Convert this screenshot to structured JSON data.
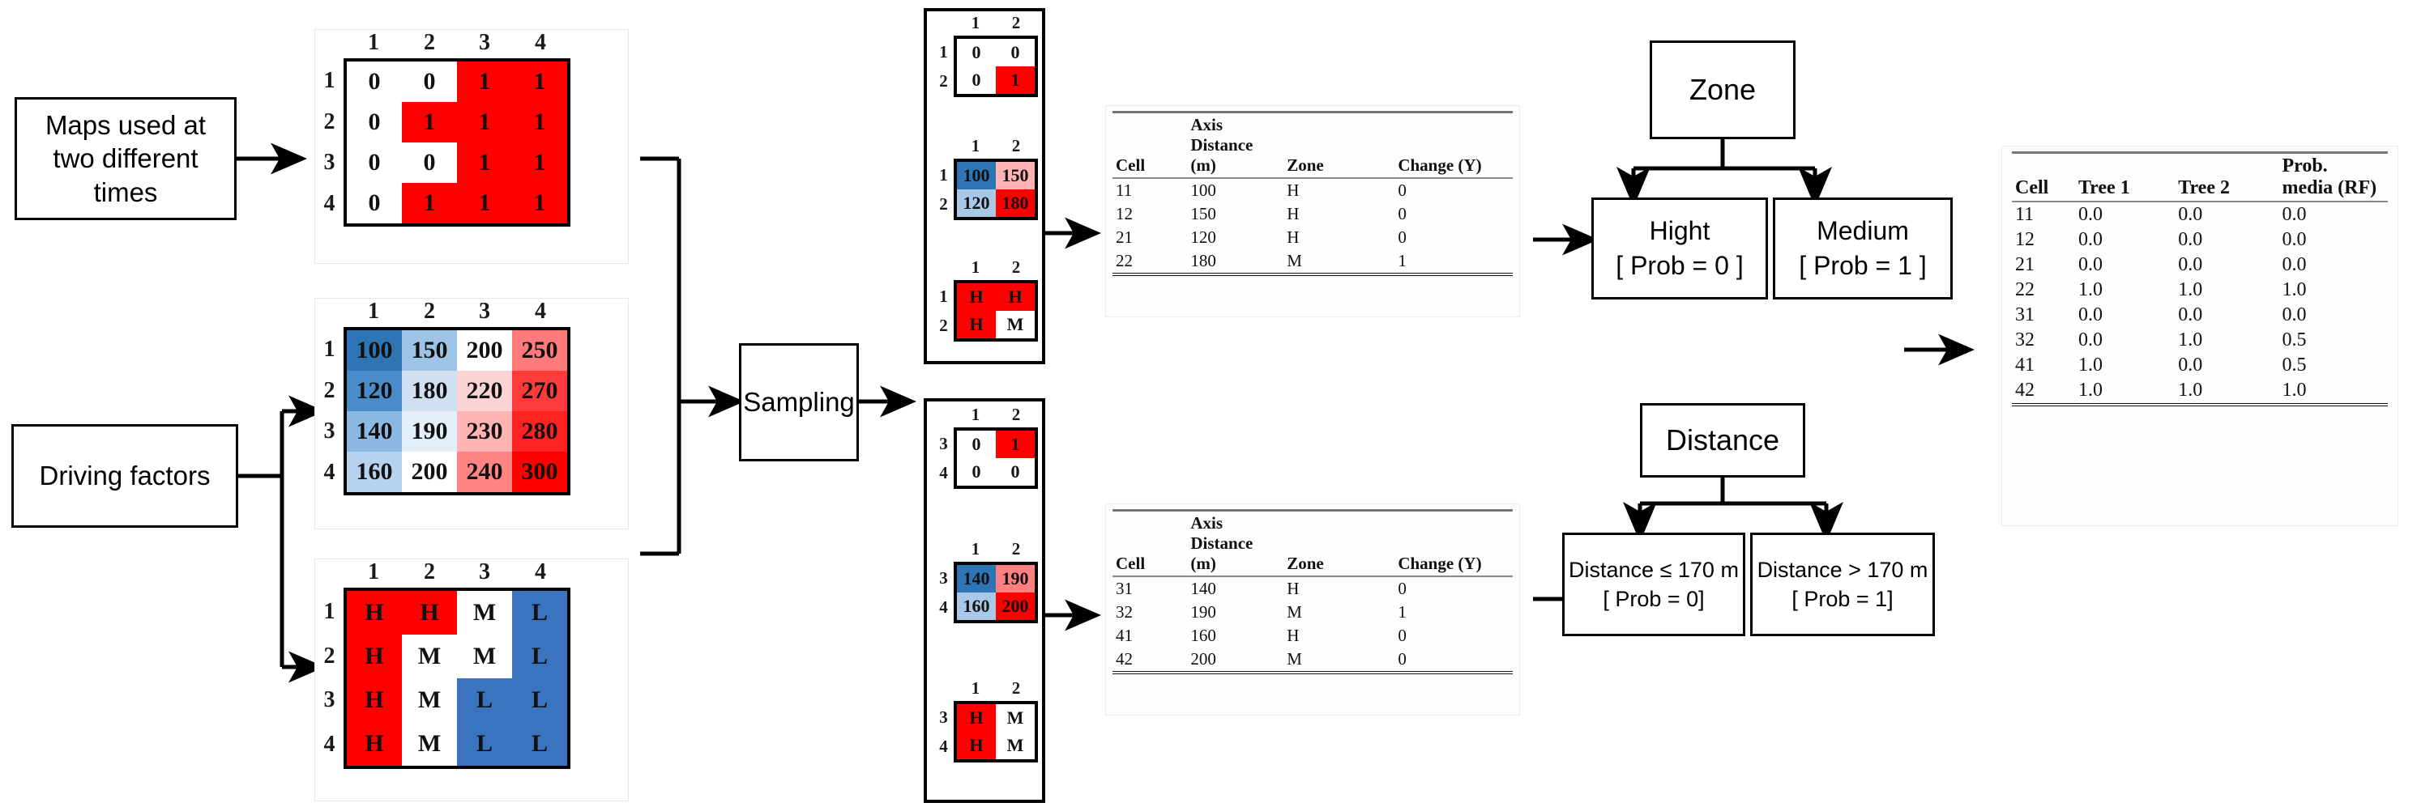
{
  "labels": {
    "maps_box": "Maps used at two different times",
    "driving_box": "Driving factors",
    "sampling_box": "Sampling"
  },
  "colors": {
    "red": "#FF0000",
    "blue_dark": "#2E75B6",
    "blue_mid": "#9DC3E6",
    "blue_light": "#BDD7EE",
    "blue_pale": "#DEEAF6",
    "white": "#FFFFFF",
    "pink_light": "#F8CBCB",
    "pink": "#FFA9A9",
    "red_soft": "#FF5B5B",
    "red_strong": "#FF2020",
    "stroke": "#000000"
  },
  "grids": {
    "change_map": {
      "name": "change-map-grid",
      "col_headers": [
        "1",
        "2",
        "3",
        "4"
      ],
      "row_headers": [
        "1",
        "2",
        "3",
        "4"
      ],
      "cells": [
        [
          {
            "v": "0",
            "bg": "#FFFFFF"
          },
          {
            "v": "0",
            "bg": "#FFFFFF"
          },
          {
            "v": "1",
            "bg": "#FF0000"
          },
          {
            "v": "1",
            "bg": "#FF0000"
          }
        ],
        [
          {
            "v": "0",
            "bg": "#FFFFFF"
          },
          {
            "v": "1",
            "bg": "#FF0000"
          },
          {
            "v": "1",
            "bg": "#FF0000"
          },
          {
            "v": "1",
            "bg": "#FF0000"
          }
        ],
        [
          {
            "v": "0",
            "bg": "#FFFFFF"
          },
          {
            "v": "0",
            "bg": "#FFFFFF"
          },
          {
            "v": "1",
            "bg": "#FF0000"
          },
          {
            "v": "1",
            "bg": "#FF0000"
          }
        ],
        [
          {
            "v": "0",
            "bg": "#FFFFFF"
          },
          {
            "v": "1",
            "bg": "#FF0000"
          },
          {
            "v": "1",
            "bg": "#FF0000"
          },
          {
            "v": "1",
            "bg": "#FF0000"
          }
        ]
      ]
    },
    "distance_map": {
      "name": "distance-map-grid",
      "col_headers": [
        "1",
        "2",
        "3",
        "4"
      ],
      "row_headers": [
        "1",
        "2",
        "3",
        "4"
      ],
      "cells": [
        [
          {
            "v": "100",
            "bg": "#2E75B6"
          },
          {
            "v": "150",
            "bg": "#9DC3E6"
          },
          {
            "v": "200",
            "bg": "#FFFFFF"
          },
          {
            "v": "250",
            "bg": "#FF7B7B"
          }
        ],
        [
          {
            "v": "120",
            "bg": "#4A8BC9"
          },
          {
            "v": "180",
            "bg": "#CFE0F2"
          },
          {
            "v": "220",
            "bg": "#FBD3D3"
          },
          {
            "v": "270",
            "bg": "#FF3B3B"
          }
        ],
        [
          {
            "v": "140",
            "bg": "#8CB9E2"
          },
          {
            "v": "190",
            "bg": "#E4EEF8"
          },
          {
            "v": "230",
            "bg": "#FFB4B4"
          },
          {
            "v": "280",
            "bg": "#FF2222"
          }
        ],
        [
          {
            "v": "160",
            "bg": "#B7D2EE"
          },
          {
            "v": "200",
            "bg": "#FFFFFF"
          },
          {
            "v": "240",
            "bg": "#FF8585"
          },
          {
            "v": "300",
            "bg": "#FF0000"
          }
        ]
      ]
    },
    "zone_map": {
      "name": "zone-map-grid",
      "col_headers": [
        "1",
        "2",
        "3",
        "4"
      ],
      "row_headers": [
        "1",
        "2",
        "3",
        "4"
      ],
      "cells": [
        [
          {
            "v": "H",
            "bg": "#FF0000"
          },
          {
            "v": "H",
            "bg": "#FF0000"
          },
          {
            "v": "M",
            "bg": "#FFFFFF"
          },
          {
            "v": "L",
            "bg": "#3B74BE"
          }
        ],
        [
          {
            "v": "H",
            "bg": "#FF0000"
          },
          {
            "v": "M",
            "bg": "#FFFFFF"
          },
          {
            "v": "M",
            "bg": "#FFFFFF"
          },
          {
            "v": "L",
            "bg": "#3B74BE"
          }
        ],
        [
          {
            "v": "H",
            "bg": "#FF0000"
          },
          {
            "v": "M",
            "bg": "#FFFFFF"
          },
          {
            "v": "L",
            "bg": "#3B74BE"
          },
          {
            "v": "L",
            "bg": "#3B74BE"
          }
        ],
        [
          {
            "v": "H",
            "bg": "#FF0000"
          },
          {
            "v": "M",
            "bg": "#FFFFFF"
          },
          {
            "v": "L",
            "bg": "#3B74BE"
          },
          {
            "v": "L",
            "bg": "#3B74BE"
          }
        ]
      ]
    },
    "sample1_change": {
      "name": "sample1-change-grid",
      "col_headers": [
        "1",
        "2"
      ],
      "row_headers": [
        "1",
        "2"
      ],
      "cells": [
        [
          {
            "v": "0",
            "bg": "#FFFFFF"
          },
          {
            "v": "0",
            "bg": "#FFFFFF"
          }
        ],
        [
          {
            "v": "0",
            "bg": "#FFFFFF"
          },
          {
            "v": "1",
            "bg": "#FF0000"
          }
        ]
      ]
    },
    "sample1_distance": {
      "name": "sample1-distance-grid",
      "col_headers": [
        "1",
        "2"
      ],
      "row_headers": [
        "1",
        "2"
      ],
      "cells": [
        [
          {
            "v": "100",
            "bg": "#2E75B6"
          },
          {
            "v": "150",
            "bg": "#FFB3B3"
          }
        ],
        [
          {
            "v": "120",
            "bg": "#A8C8E8"
          },
          {
            "v": "180",
            "bg": "#FF0000"
          }
        ]
      ]
    },
    "sample1_zone": {
      "name": "sample1-zone-grid",
      "col_headers": [
        "1",
        "2"
      ],
      "row_headers": [
        "1",
        "2"
      ],
      "cells": [
        [
          {
            "v": "H",
            "bg": "#FF0000"
          },
          {
            "v": "H",
            "bg": "#FF0000"
          }
        ],
        [
          {
            "v": "H",
            "bg": "#FF0000"
          },
          {
            "v": "M",
            "bg": "#FFFFFF"
          }
        ]
      ]
    },
    "sample2_change": {
      "name": "sample2-change-grid",
      "col_headers": [
        "1",
        "2"
      ],
      "row_headers": [
        "3",
        "4"
      ],
      "cells": [
        [
          {
            "v": "0",
            "bg": "#FFFFFF"
          },
          {
            "v": "1",
            "bg": "#FF0000"
          }
        ],
        [
          {
            "v": "0",
            "bg": "#FFFFFF"
          },
          {
            "v": "0",
            "bg": "#FFFFFF"
          }
        ]
      ]
    },
    "sample2_distance": {
      "name": "sample2-distance-grid",
      "col_headers": [
        "1",
        "2"
      ],
      "row_headers": [
        "3",
        "4"
      ],
      "cells": [
        [
          {
            "v": "140",
            "bg": "#2E75B6"
          },
          {
            "v": "190",
            "bg": "#FF8080"
          }
        ],
        [
          {
            "v": "160",
            "bg": "#A8C8E8"
          },
          {
            "v": "200",
            "bg": "#FF0000"
          }
        ]
      ]
    },
    "sample2_zone": {
      "name": "sample2-zone-grid",
      "col_headers": [
        "1",
        "2"
      ],
      "row_headers": [
        "3",
        "4"
      ],
      "cells": [
        [
          {
            "v": "H",
            "bg": "#FF0000"
          },
          {
            "v": "M",
            "bg": "#FFFFFF"
          }
        ],
        [
          {
            "v": "H",
            "bg": "#FF0000"
          },
          {
            "v": "M",
            "bg": "#FFFFFF"
          }
        ]
      ]
    }
  },
  "tables": {
    "sample1": {
      "name": "sample1-table",
      "headers": [
        "Cell",
        "Axis Distance (m)",
        "Zone",
        "Change (Y)"
      ],
      "header_lines": [
        [
          "Cell"
        ],
        [
          "Axis",
          "Distance",
          "(m)"
        ],
        [
          "Zone"
        ],
        [
          "Change (Y)"
        ]
      ],
      "rows": [
        [
          "11",
          "100",
          "H",
          "0"
        ],
        [
          "12",
          "150",
          "H",
          "0"
        ],
        [
          "21",
          "120",
          "H",
          "0"
        ],
        [
          "22",
          "180",
          "M",
          "1"
        ]
      ]
    },
    "sample2": {
      "name": "sample2-table",
      "headers": [
        "Cell",
        "Axis Distance (m)",
        "Zone",
        "Change (Y)"
      ],
      "header_lines": [
        [
          "Cell"
        ],
        [
          "Axis",
          "Distance",
          "(m)"
        ],
        [
          "Zone"
        ],
        [
          "Change (Y)"
        ]
      ],
      "rows": [
        [
          "31",
          "140",
          "H",
          "0"
        ],
        [
          "32",
          "190",
          "M",
          "1"
        ],
        [
          "41",
          "160",
          "H",
          "0"
        ],
        [
          "42",
          "200",
          "M",
          "0"
        ]
      ]
    },
    "results": {
      "name": "results-table",
      "headers": [
        "Cell",
        "Tree 1",
        "Tree 2",
        "Prob. media (RF)"
      ],
      "header_lines": [
        [
          "Cell"
        ],
        [
          "Tree 1"
        ],
        [
          "Tree 2"
        ],
        [
          "Prob.",
          "media (RF)"
        ]
      ],
      "rows": [
        [
          "11",
          "0.0",
          "0.0",
          "0.0"
        ],
        [
          "12",
          "0.0",
          "0.0",
          "0.0"
        ],
        [
          "21",
          "0.0",
          "0.0",
          "0.0"
        ],
        [
          "22",
          "1.0",
          "1.0",
          "1.0"
        ],
        [
          "31",
          "0.0",
          "0.0",
          "0.0"
        ],
        [
          "32",
          "0.0",
          "1.0",
          "0.5"
        ],
        [
          "41",
          "1.0",
          "0.0",
          "0.5"
        ],
        [
          "42",
          "1.0",
          "1.0",
          "1.0"
        ]
      ]
    }
  },
  "trees": {
    "tree1": {
      "name": "zone-tree",
      "root": "Zone",
      "left_line1": "Hight",
      "left_line2": "[ Prob = 0 ]",
      "right_line1": "Medium",
      "right_line2": "[ Prob = 1 ]"
    },
    "tree2": {
      "name": "distance-tree",
      "root": "Distance",
      "left_line1": "Distance ≤ 170 m",
      "left_line2": "[ Prob = 0]",
      "right_line1": "Distance > 170 m",
      "right_line2": "[ Prob = 1]"
    }
  }
}
